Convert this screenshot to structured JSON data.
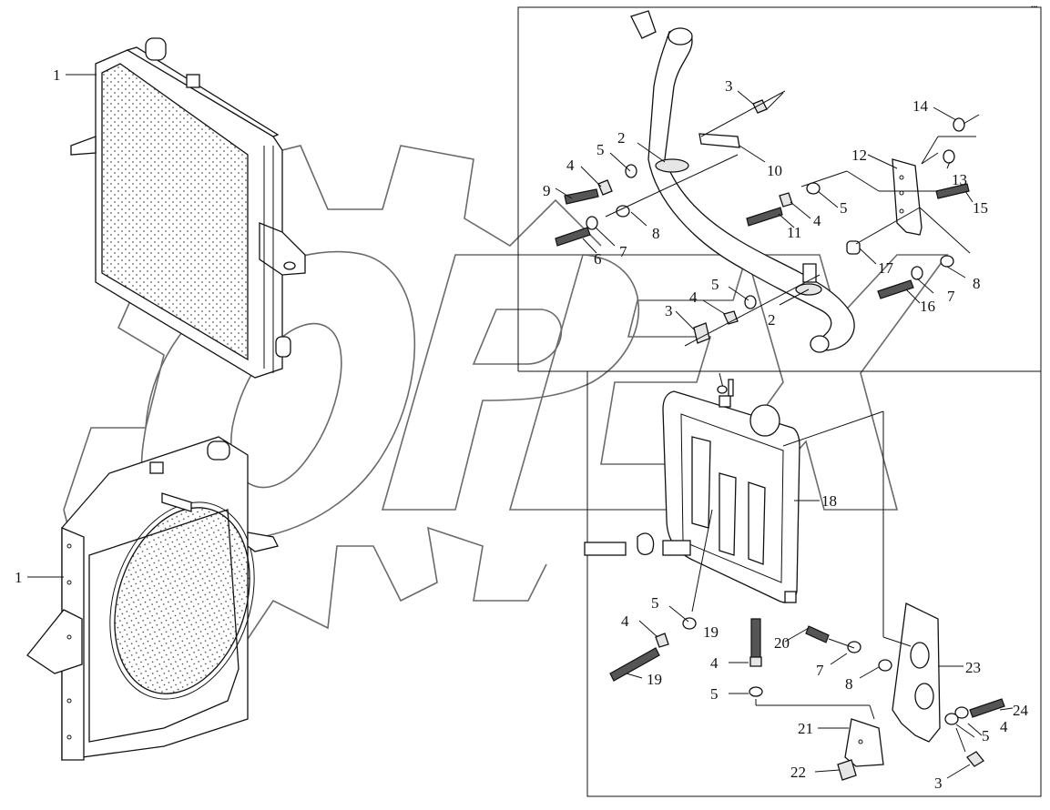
{
  "watermark": {
    "text": "OPEX"
  },
  "corner_mark": "•••",
  "callouts": {
    "left_top_1": "1",
    "left_bottom_1": "1",
    "upper_panel": {
      "c3a": "3",
      "c14": "14",
      "c2a": "2",
      "c5a": "5",
      "c12": "12",
      "c4a": "4",
      "c10": "10",
      "c13": "13",
      "c9": "9",
      "c5b": "5",
      "c15": "15",
      "c8a": "8",
      "c4b": "4",
      "c7a": "7",
      "c11": "11",
      "c6": "6",
      "c17": "17",
      "c8b": "8",
      "c5c": "5",
      "c7b": "7",
      "c4c": "4",
      "c16": "16",
      "c3b": "3",
      "c2b": "2"
    },
    "lower_panel": {
      "c18": "18",
      "c5a": "5",
      "c4a": "4",
      "c19a": "19",
      "c20": "20",
      "c19b": "19",
      "c4b": "4",
      "c7": "7",
      "c8": "8",
      "c23": "23",
      "c5b": "5",
      "c24": "24",
      "c5c": "5",
      "c4c": "4",
      "c21": "21",
      "c22": "22",
      "c3": "3"
    }
  }
}
